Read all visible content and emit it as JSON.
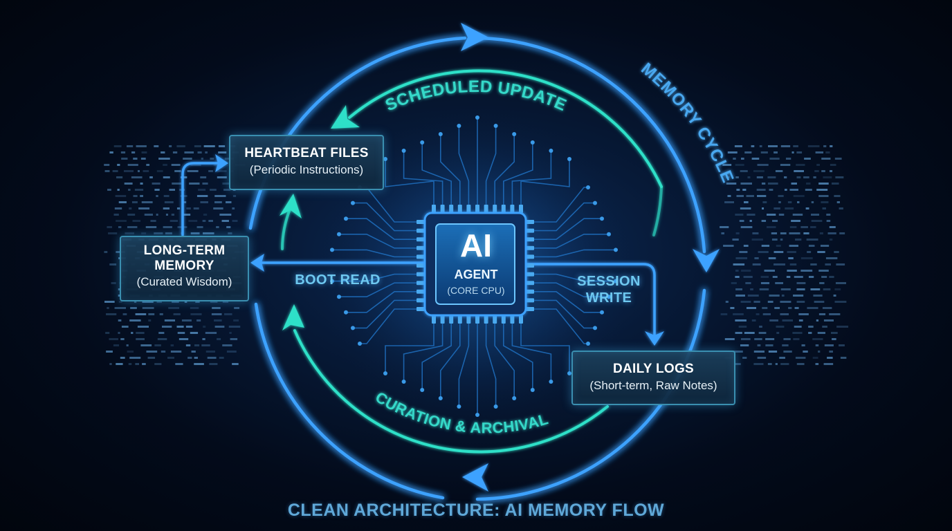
{
  "colors": {
    "outer_ring": "#3ea2ff",
    "inner_ring": "#2fe0c8",
    "box_border": "#3a8fb0",
    "label_blue": "#6ec8f0",
    "label_teal": "#35d9c9",
    "footer": "#5fa8d8"
  },
  "nodes": {
    "heartbeat": {
      "title": "HEARTBEAT FILES",
      "subtitle": "(Periodic Instructions)"
    },
    "longterm": {
      "title_line1": "LONG-TERM",
      "title_line2": "MEMORY",
      "subtitle": "(Curated Wisdom)"
    },
    "daily": {
      "title": "DAILY LOGS",
      "subtitle": "(Short-term, Raw Notes)"
    }
  },
  "core": {
    "title": "AI",
    "line2": "AGENT",
    "line3": "(CORE CPU)"
  },
  "labels": {
    "boot_read": "BOOT READ",
    "session_write_line1": "SESSION",
    "session_write_line2": "WRITE",
    "scheduled_update": "SCHEDULED UPDATE",
    "curation": "CURATION & ARCHIVAL",
    "memory_cycle": "MEMORY CYCLE"
  },
  "footer": "CLEAN ARCHITECTURE: AI MEMORY FLOW",
  "icons": [
    "cpu-chip-icon",
    "arrow-icon",
    "circuit-trace-icon",
    "data-stream-icon"
  ]
}
